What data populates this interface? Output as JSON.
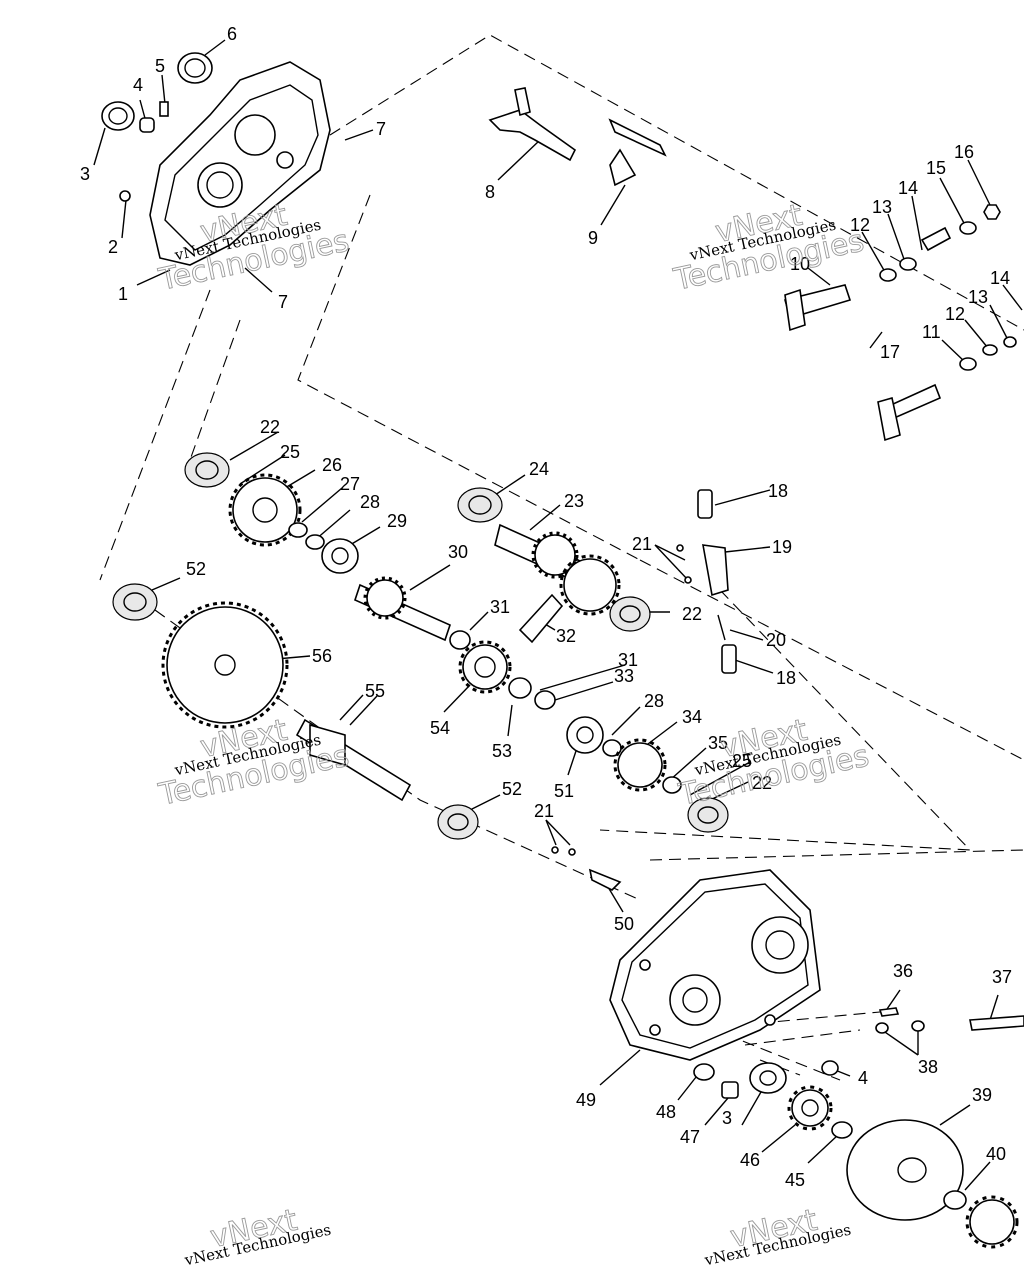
{
  "diagram": {
    "callouts": [
      "1",
      "2",
      "3",
      "4",
      "5",
      "6",
      "7",
      "7",
      "8",
      "9",
      "10",
      "11",
      "12",
      "12",
      "13",
      "13",
      "14",
      "14",
      "15",
      "16",
      "17",
      "18",
      "18",
      "19",
      "20",
      "21",
      "21",
      "22",
      "22",
      "22",
      "23",
      "24",
      "25",
      "25",
      "26",
      "27",
      "28",
      "28",
      "29",
      "30",
      "31",
      "31",
      "32",
      "33",
      "34",
      "35",
      "36",
      "37",
      "38",
      "39",
      "40",
      "3",
      "4",
      "45",
      "46",
      "47",
      "48",
      "49",
      "50",
      "51",
      "52",
      "52",
      "53",
      "54",
      "55",
      "56"
    ],
    "watermark": {
      "line1": "vNext",
      "line2": "vNext Technologies",
      "line3": "Technologies"
    }
  }
}
